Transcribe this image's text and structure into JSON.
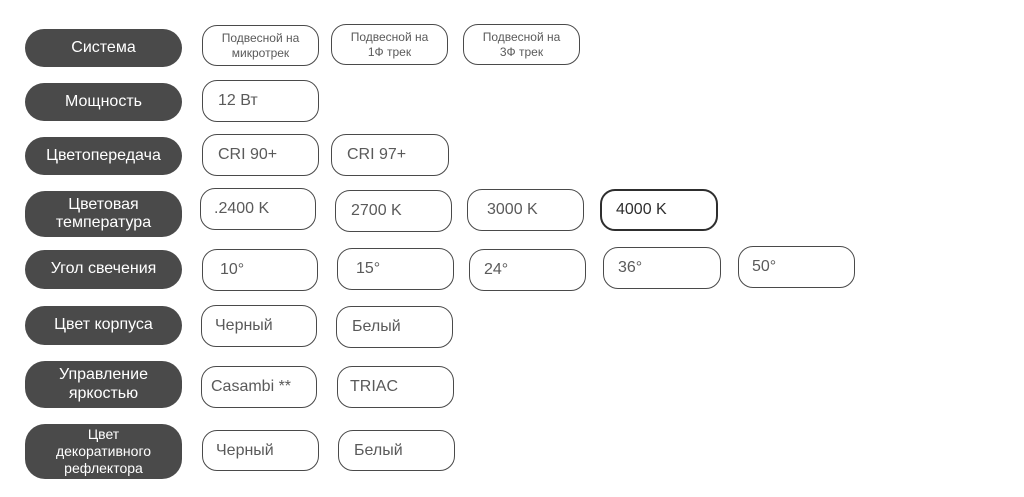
{
  "rows": [
    {
      "label": "Система",
      "options": [
        "Подвесной на\nмикротрек",
        "Подвесной на\n1Ф трек",
        "Подвесной на\n3Ф трек"
      ]
    },
    {
      "label": "Мощность",
      "options": [
        "12 Вт"
      ]
    },
    {
      "label": "Цветопередача",
      "options": [
        "CRI 90+",
        "CRI 97+"
      ]
    },
    {
      "label": "Цветовая\nтемпература",
      "options": [
        ".2400 K",
        "2700 K",
        "3000 K",
        "4000 K"
      ],
      "selected": "4000 K"
    },
    {
      "label": "Угол свечения",
      "options": [
        "10°",
        "15°",
        "24°",
        "36°",
        "50°"
      ]
    },
    {
      "label": "Цвет корпуса",
      "options": [
        "Черный",
        "Белый"
      ]
    },
    {
      "label": "Управление\nяркостью",
      "options": [
        "Casambi **",
        "TRIAC"
      ]
    },
    {
      "label": "Цвет\nдекоративного\nрефлектора",
      "options": [
        "Черный",
        "Белый"
      ]
    }
  ],
  "colors": {
    "label_bg": "#4a4a4a",
    "label_text": "#ffffff",
    "option_border": "#4a4a4a",
    "option_text": "#5a5a5a"
  }
}
